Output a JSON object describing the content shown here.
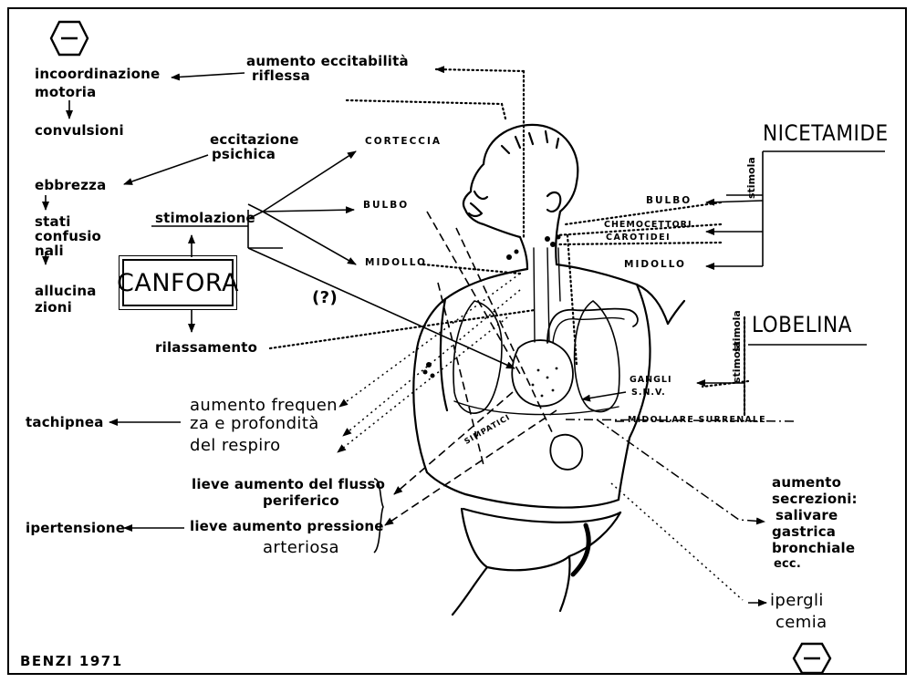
{
  "labels": {
    "aumento_eccitabilita": "aumento eccitabilità",
    "riflessa": "riflessa",
    "incoordinazione": "incoordinazione",
    "motoria": "motoria",
    "convulsioni": "convulsioni",
    "eccitazione": "eccitazione",
    "psichica": "psichica",
    "ebbrezza": "ebbrezza",
    "stati": "stati",
    "confusio": "confusio",
    "nali": "nali",
    "allucina": "allucina",
    "zioni": "zioni",
    "stimolazione": "stimolazione",
    "corteccia": "CORTECCIA",
    "bulbo_left": "BULBO",
    "midollo_left": "MIDOLLO",
    "canfora": "CANFORA",
    "question": "(?)",
    "rilassamento": "rilassamento",
    "nicetamide": "NICETAMIDE",
    "stimola_1": "stimola",
    "bulbo_right": "BULBO",
    "chemocettori": "CHEMOCETTORI",
    "carotidei": "CAROTIDEI",
    "midollo_right": "MIDOLLO",
    "stimola_2": "stimola",
    "lobelina": "LOBELINA",
    "stimola_3": "stimola",
    "gangli": "GANGLI",
    "snv": "S.N.V.",
    "midollare_surrenale": "MIDOLLARE SURRENALE",
    "simpatici": "SIMPATICI",
    "aumento_frequen": "aumento frequen",
    "za_e_profondita": "za e profondità",
    "del_respiro": "del respiro",
    "tachipnea": "tachipnea",
    "lieve_aumento_flusso": "lieve aumento del flusso",
    "periferico": "periferico",
    "lieve_aumento_pressione": "lieve aumento pressione",
    "arteriosa": "arteriosa",
    "ipertensione": "ipertensione",
    "aumento_secrezioni": "aumento",
    "secrezioni": "secrezioni:",
    "salivare": "salivare",
    "gastrica": "gastrica",
    "bronchiale": "bronchiale",
    "ecc": "ecc.",
    "ipergli": "ipergli",
    "cemia": "cemia",
    "author": "BENZI 1971"
  },
  "symbols": {
    "top_left": "minus-hexagon-icon",
    "bottom_right": "minus-hexagon-icon"
  }
}
